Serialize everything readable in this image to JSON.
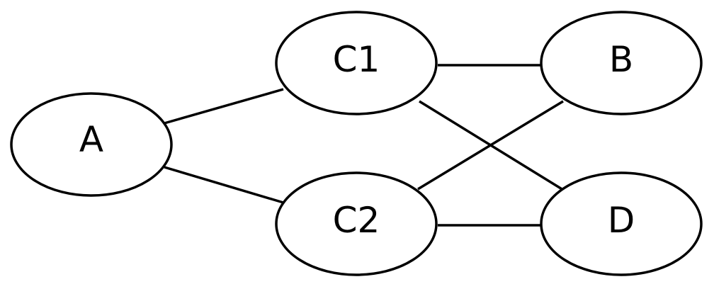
{
  "diagram": {
    "nodes": [
      {
        "id": "A",
        "label": "A"
      },
      {
        "id": "C1",
        "label": "C1"
      },
      {
        "id": "C2",
        "label": "C2"
      },
      {
        "id": "B",
        "label": "B"
      },
      {
        "id": "D",
        "label": "D"
      }
    ],
    "edges": [
      {
        "from": "A",
        "to": "C1"
      },
      {
        "from": "A",
        "to": "C2"
      },
      {
        "from": "C1",
        "to": "B"
      },
      {
        "from": "C1",
        "to": "D"
      },
      {
        "from": "C2",
        "to": "B"
      },
      {
        "from": "C2",
        "to": "D"
      }
    ]
  }
}
